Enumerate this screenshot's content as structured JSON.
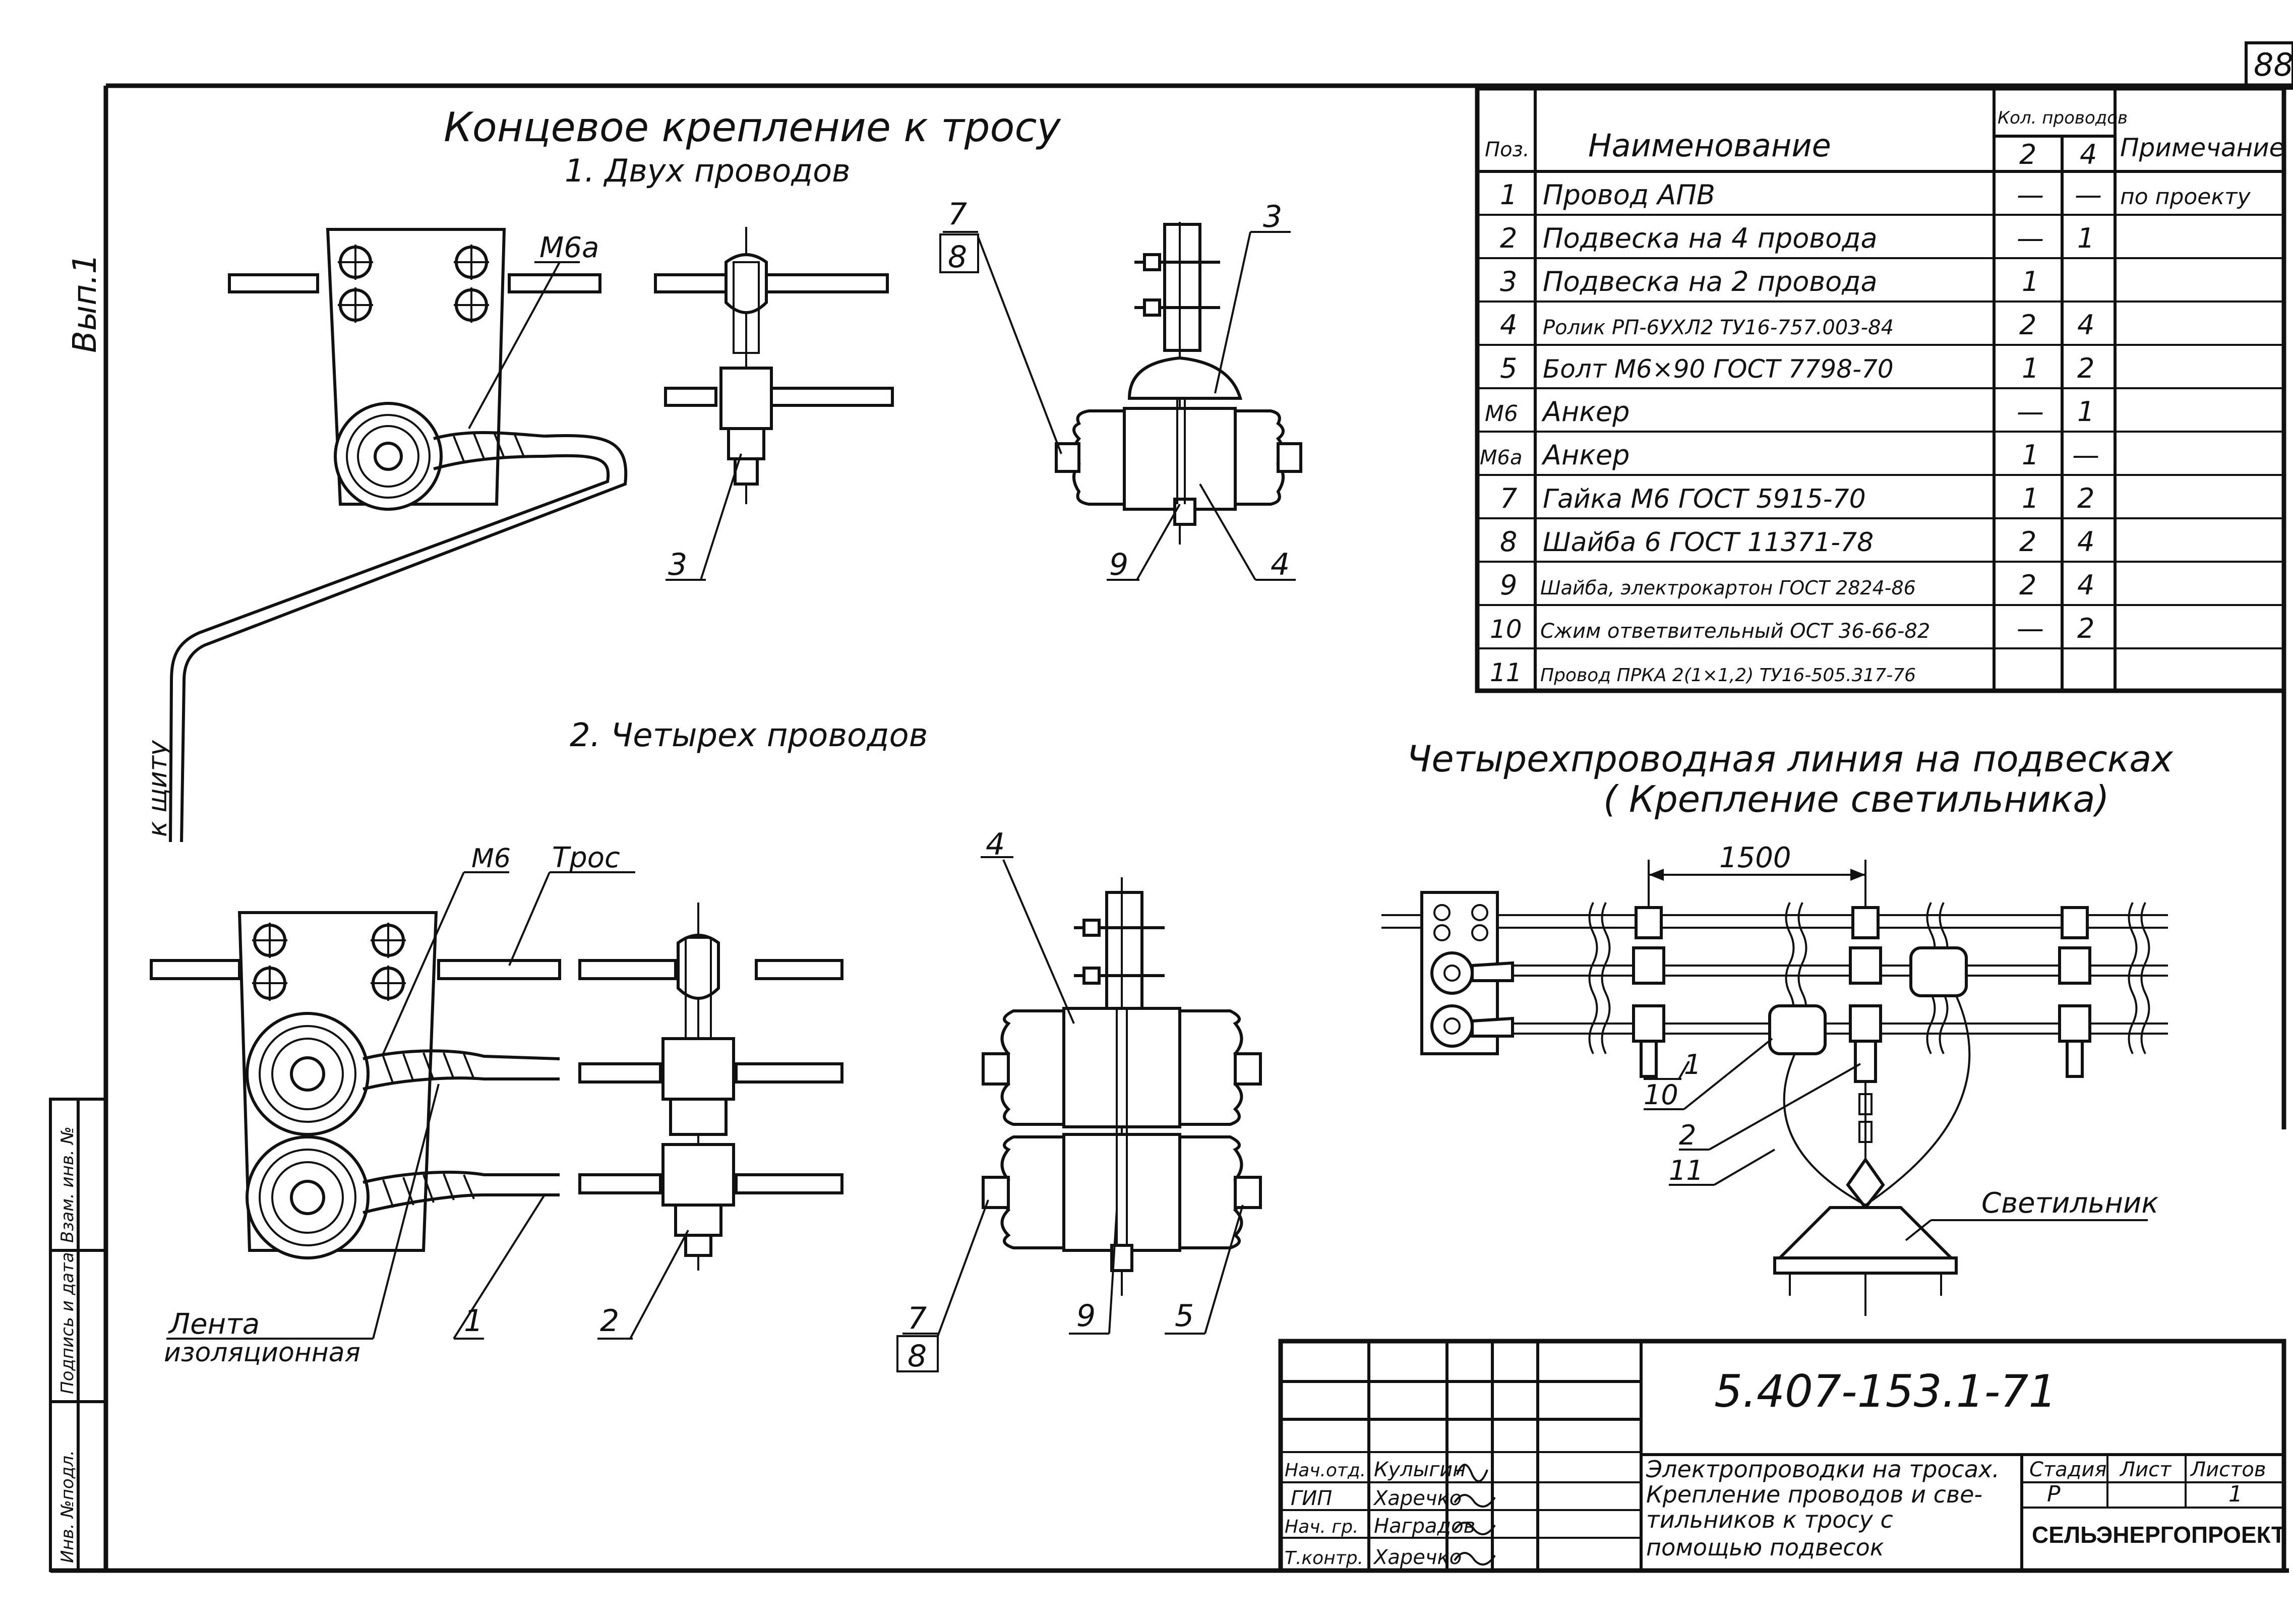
{
  "sheet_number": "88",
  "side_label": "Вып.1",
  "left_stamp": {
    "inv_no": "Инв. №подл.",
    "sign_date": "Подпись и дата",
    "replaced": "Взам. инв. №"
  },
  "section1": {
    "title": "Концевое крепление к тросу",
    "subtitle": "1. Двух проводов",
    "label_m6a": "М6а",
    "to_panel": "к щиту"
  },
  "section2": {
    "subtitle": "2. Четырех проводов",
    "label_m6": "М6",
    "label_tros": "Трос",
    "label_tape_1": "Лента",
    "label_tape_2": "изоляционная"
  },
  "section3": {
    "title_1": "Четырехпроводная линия на подвесках",
    "title_2": "( Крепление светильника)",
    "dimension": "1500",
    "lamp": "Светильник"
  },
  "callouts": {
    "c1": "1",
    "c2": "2",
    "c3": "3",
    "c4": "4",
    "c5": "5",
    "c7": "7",
    "c8": "8",
    "c9": "9",
    "c10": "10",
    "c11": "11"
  },
  "spec_table": {
    "header_pos": "Поз.",
    "header_name": "Наименование",
    "header_qty": "Кол. проводов",
    "header_qty_2": "2",
    "header_qty_4": "4",
    "header_note": "Примечание",
    "rows": [
      {
        "pos": "1",
        "name": "Провод АПВ",
        "q2": "—",
        "q4": "—",
        "note": "по проекту"
      },
      {
        "pos": "2",
        "name": "Подвеска на 4 провода",
        "q2": "—",
        "q4": "1",
        "note": ""
      },
      {
        "pos": "3",
        "name": "Подвеска на 2 провода",
        "q2": "1",
        "q4": "",
        "note": ""
      },
      {
        "pos": "4",
        "name": "Ролик РП-6УХЛ2 ТУ16-757.003-84",
        "q2": "2",
        "q4": "4",
        "note": ""
      },
      {
        "pos": "5",
        "name": "Болт М6×90 ГОСТ 7798-70",
        "q2": "1",
        "q4": "2",
        "note": ""
      },
      {
        "pos": "М6",
        "name": "Анкер",
        "q2": "—",
        "q4": "1",
        "note": ""
      },
      {
        "pos": "М6а",
        "name": "Анкер",
        "q2": "1",
        "q4": "—",
        "note": ""
      },
      {
        "pos": "7",
        "name": "Гайка М6 ГОСТ 5915-70",
        "q2": "1",
        "q4": "2",
        "note": ""
      },
      {
        "pos": "8",
        "name": "Шайба 6 ГОСТ 11371-78",
        "q2": "2",
        "q4": "4",
        "note": ""
      },
      {
        "pos": "9",
        "name": "Шайба, электрокартон ГОСТ 2824-86",
        "q2": "2",
        "q4": "4",
        "note": ""
      },
      {
        "pos": "10",
        "name": "Сжим ответвительный ОСТ 36-66-82",
        "q2": "—",
        "q4": "2",
        "note": ""
      },
      {
        "pos": "11",
        "name": "Провод ПРКА 2(1×1,2) ТУ16-505.317-76",
        "q2": "",
        "q4": "",
        "note": ""
      }
    ]
  },
  "title_block": {
    "doc_code": "5.407-153.1-71",
    "description_1": "Электропроводки на тросах.",
    "description_2": "Крепление проводов и све-",
    "description_3": "тильников к тросу с",
    "description_4": "помощью подвесок",
    "stage_label": "Стадия",
    "sheet_label": "Лист",
    "sheets_label": "Листов",
    "stage_value": "Р",
    "sheets_value": "1",
    "organization": "СЕЛЬЭНЕРГОПРОЕКТ",
    "signatures": [
      {
        "role": "Нач.отд.",
        "name": "Кулыгин"
      },
      {
        "role": "ГИП",
        "name": "Харечко"
      },
      {
        "role": "Нач. гр.",
        "name": "Наградов"
      },
      {
        "role": "Т.контр.",
        "name": "Харечко"
      }
    ]
  }
}
